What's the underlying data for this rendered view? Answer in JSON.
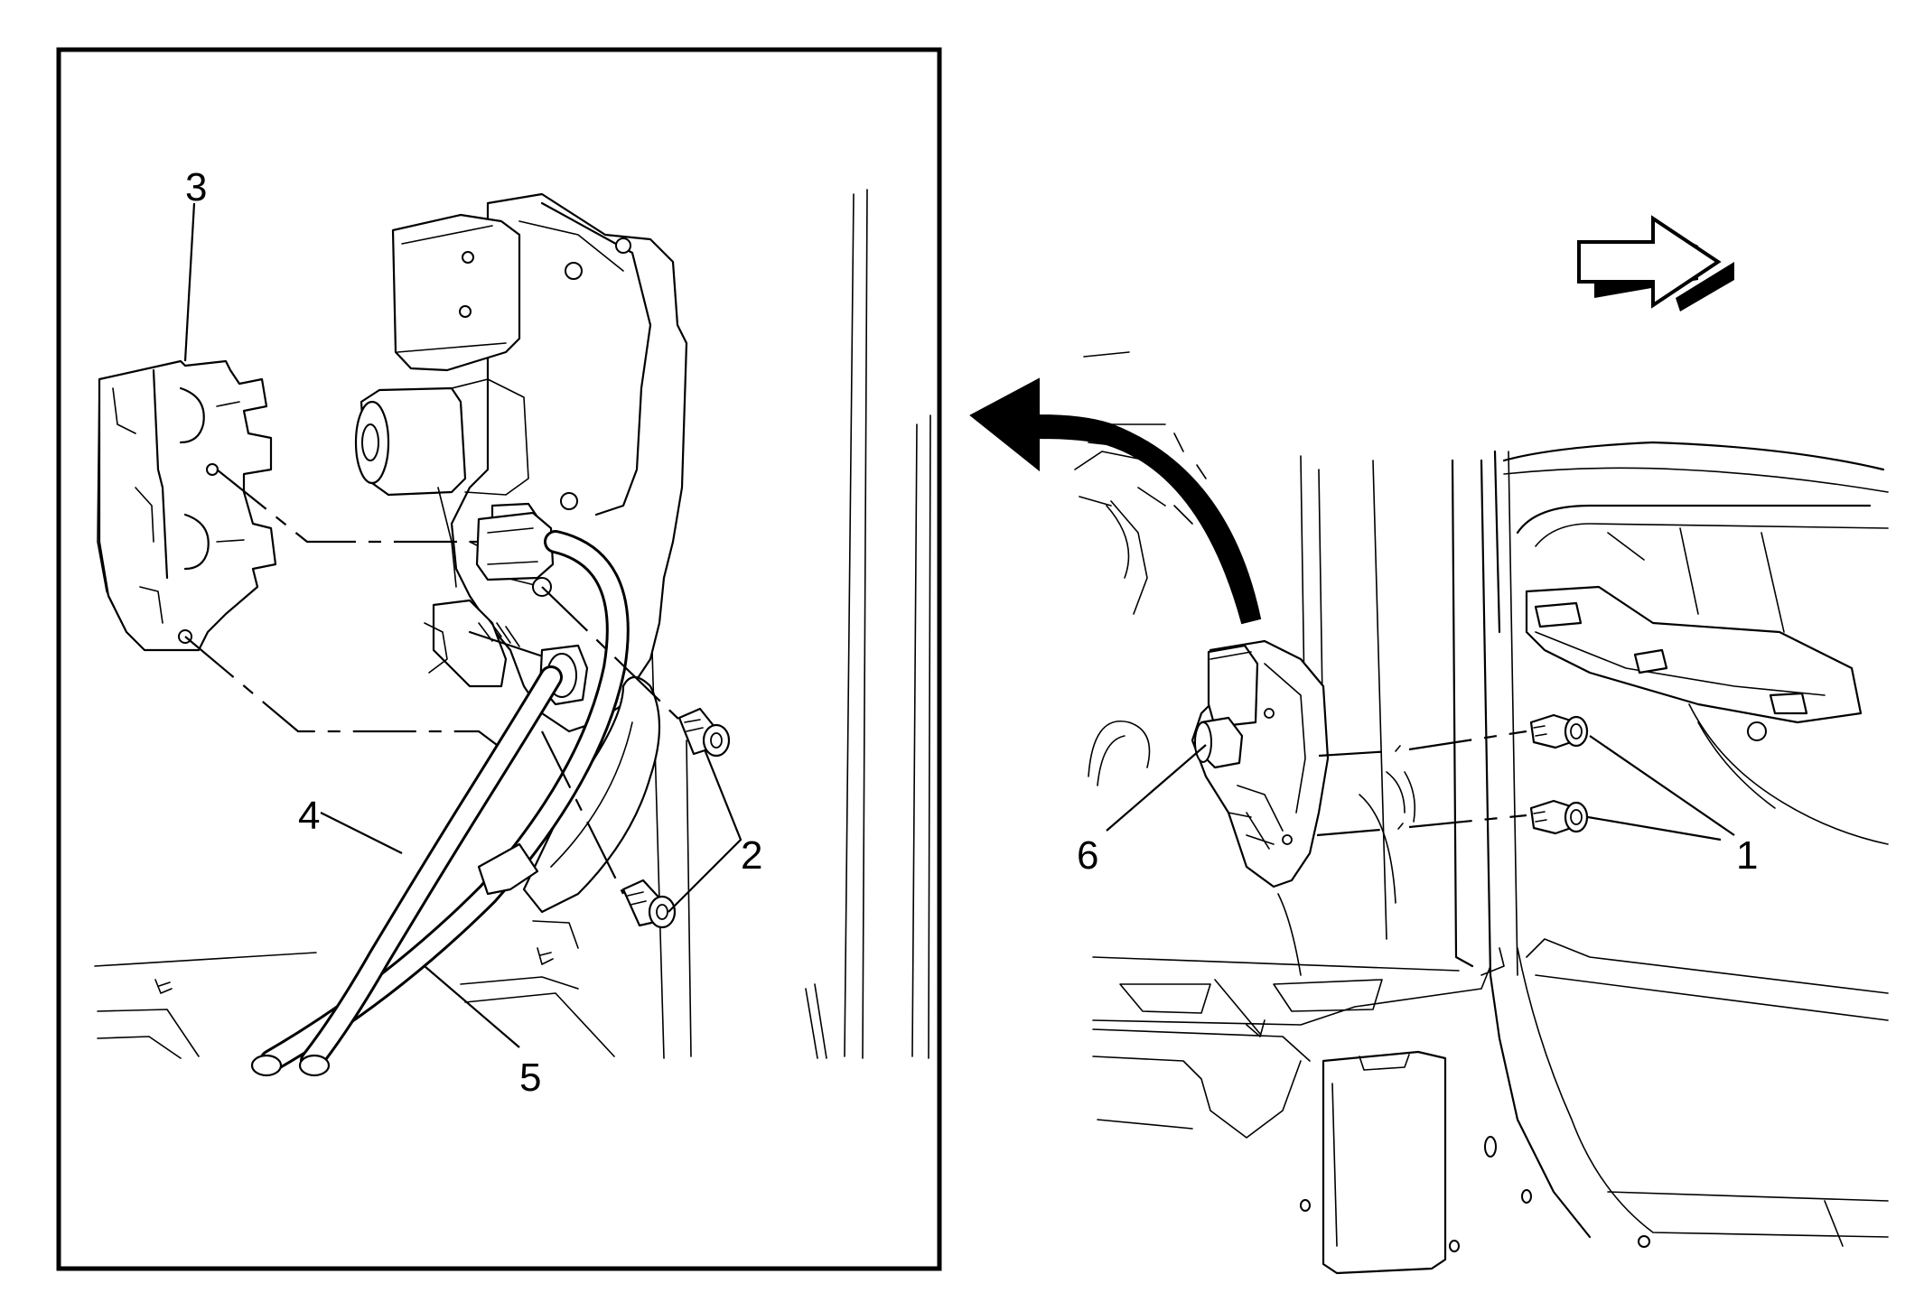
{
  "diagram": {
    "callouts": {
      "c1": "1",
      "c2": "2",
      "c3": "3",
      "c4": "4",
      "c5": "5",
      "c6": "6"
    },
    "colors": {
      "line": "#000000",
      "background": "#ffffff"
    },
    "icons": [
      "direction-arrow-icon",
      "curved-arrow-icon",
      "door-latch-actuator",
      "bolt"
    ]
  }
}
